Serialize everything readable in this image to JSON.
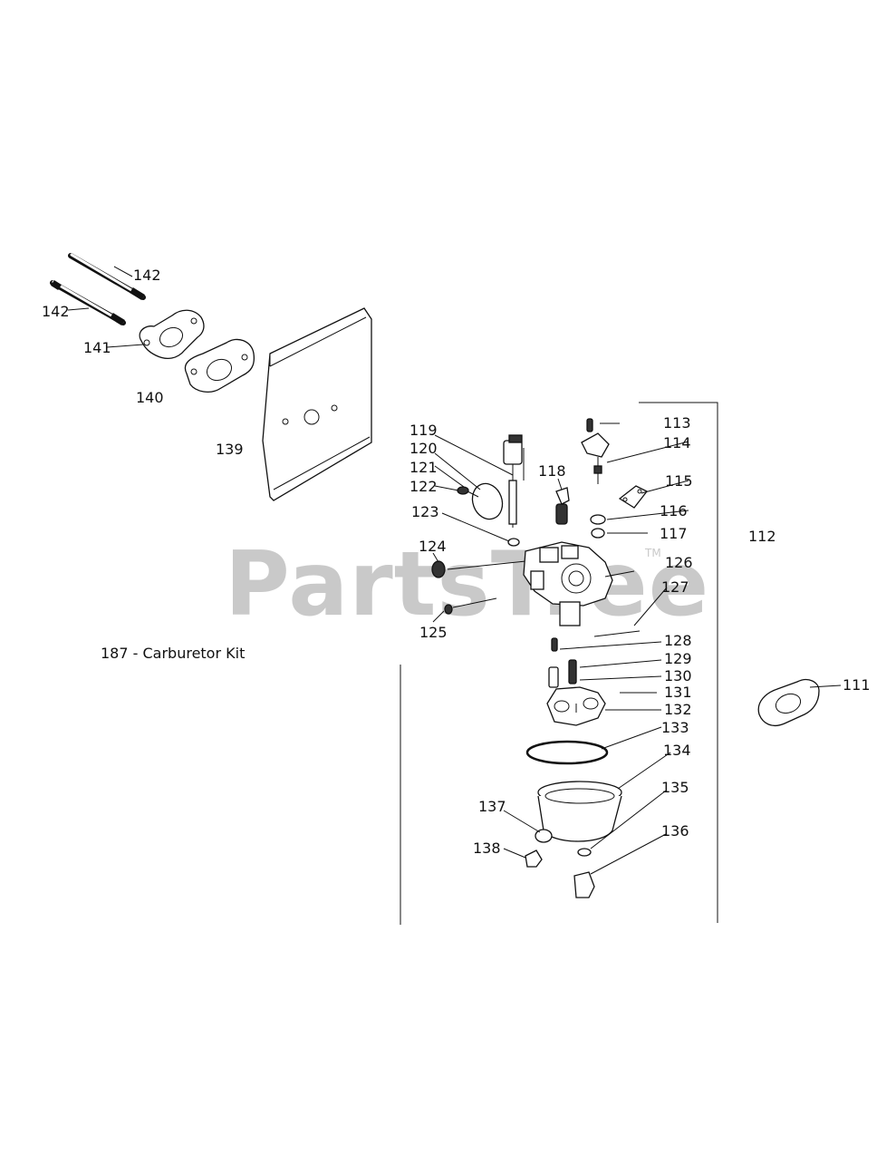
{
  "watermark": {
    "text": "PartsTree",
    "trademark": "TM"
  },
  "kit_label": "187 - Carburetor Kit",
  "callouts": [
    {
      "id": "c111",
      "label": "111"
    },
    {
      "id": "c112",
      "label": "112"
    },
    {
      "id": "c113",
      "label": "113"
    },
    {
      "id": "c114",
      "label": "114"
    },
    {
      "id": "c115",
      "label": "115"
    },
    {
      "id": "c116",
      "label": "116"
    },
    {
      "id": "c117",
      "label": "117"
    },
    {
      "id": "c118",
      "label": "118"
    },
    {
      "id": "c119",
      "label": "119"
    },
    {
      "id": "c120",
      "label": "120"
    },
    {
      "id": "c121",
      "label": "121"
    },
    {
      "id": "c122",
      "label": "122"
    },
    {
      "id": "c123",
      "label": "123"
    },
    {
      "id": "c124",
      "label": "124"
    },
    {
      "id": "c125",
      "label": "125"
    },
    {
      "id": "c126",
      "label": "126"
    },
    {
      "id": "c127",
      "label": "127"
    },
    {
      "id": "c128",
      "label": "128"
    },
    {
      "id": "c129",
      "label": "129"
    },
    {
      "id": "c130",
      "label": "130"
    },
    {
      "id": "c131",
      "label": "131"
    },
    {
      "id": "c132",
      "label": "132"
    },
    {
      "id": "c133",
      "label": "133"
    },
    {
      "id": "c134",
      "label": "134"
    },
    {
      "id": "c135",
      "label": "135"
    },
    {
      "id": "c136",
      "label": "136"
    },
    {
      "id": "c137",
      "label": "137"
    },
    {
      "id": "c138",
      "label": "138"
    },
    {
      "id": "c139",
      "label": "139"
    },
    {
      "id": "c140",
      "label": "140"
    },
    {
      "id": "c141",
      "label": "141"
    },
    {
      "id": "c142a",
      "label": "142"
    },
    {
      "id": "c142b",
      "label": "142"
    }
  ]
}
